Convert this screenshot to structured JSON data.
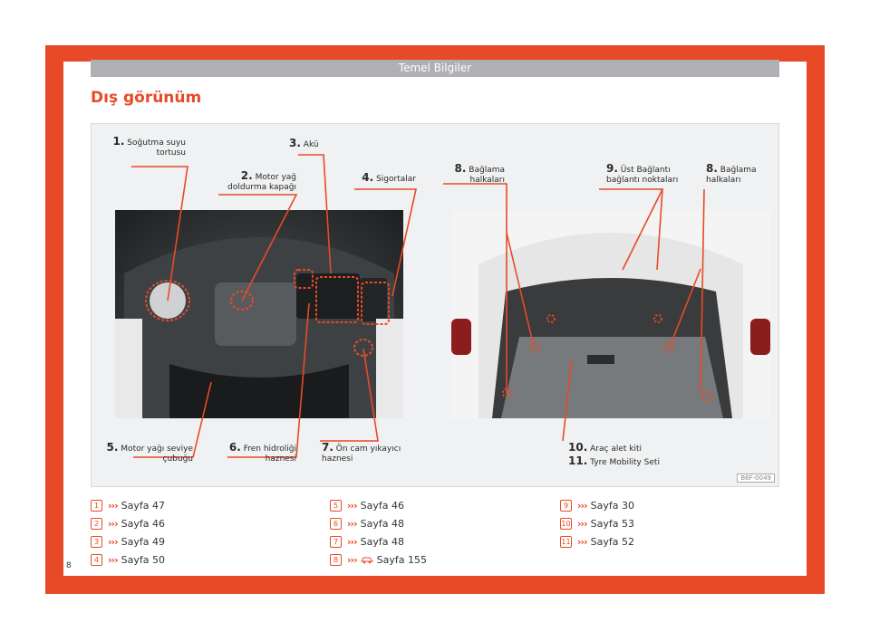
{
  "header": {
    "title": "Temel Bilgiler"
  },
  "page": {
    "title": "Dış görünüm",
    "number": "8"
  },
  "figure": {
    "code": "B6F-0049",
    "callouts": [
      {
        "num": "1.",
        "text": "Soğutma suyu tortusu"
      },
      {
        "num": "2.",
        "text": "Motor yağ doldurma kapağı"
      },
      {
        "num": "3.",
        "text": "Akü"
      },
      {
        "num": "4.",
        "text": "Sigortalar"
      },
      {
        "num": "5.",
        "text": "Motor yağı seviye çubuğu"
      },
      {
        "num": "6.",
        "text": "Fren hidroliği haznesi"
      },
      {
        "num": "7.",
        "text": "Ön cam yıkayıcı haznesi"
      },
      {
        "num": "8.",
        "text": "Bağlama halkaları"
      },
      {
        "num": "9.",
        "text": "Üst Bağlantı bağlantı noktaları"
      },
      {
        "num": "8.",
        "text": "Bağlama halkaları"
      },
      {
        "num": "10.",
        "text": "Araç alet kiti"
      },
      {
        "num": "11.",
        "text": "Tyre Mobility Seti"
      }
    ]
  },
  "references": [
    {
      "num": "1",
      "arrow": "›››",
      "text": "Sayfa 47"
    },
    {
      "num": "2",
      "arrow": "›››",
      "text": "Sayfa 46"
    },
    {
      "num": "3",
      "arrow": "›››",
      "text": "Sayfa 49"
    },
    {
      "num": "4",
      "arrow": "›››",
      "text": "Sayfa 50"
    },
    {
      "num": "5",
      "arrow": "›››",
      "text": "Sayfa 46"
    },
    {
      "num": "6",
      "arrow": "›››",
      "text": "Sayfa 48"
    },
    {
      "num": "7",
      "arrow": "›››",
      "text": "Sayfa 48"
    },
    {
      "num": "8",
      "arrow": "›››",
      "icon": "car-tool-icon",
      "text": "Sayfa 155"
    },
    {
      "num": "9",
      "arrow": "›››",
      "text": "Sayfa 30"
    },
    {
      "num": "10",
      "arrow": "›››",
      "text": "Sayfa 53"
    },
    {
      "num": "11",
      "arrow": "›››",
      "text": "Sayfa 52"
    }
  ],
  "colors": {
    "accent": "#e84a27",
    "header_bar": "#aeb0b3"
  }
}
